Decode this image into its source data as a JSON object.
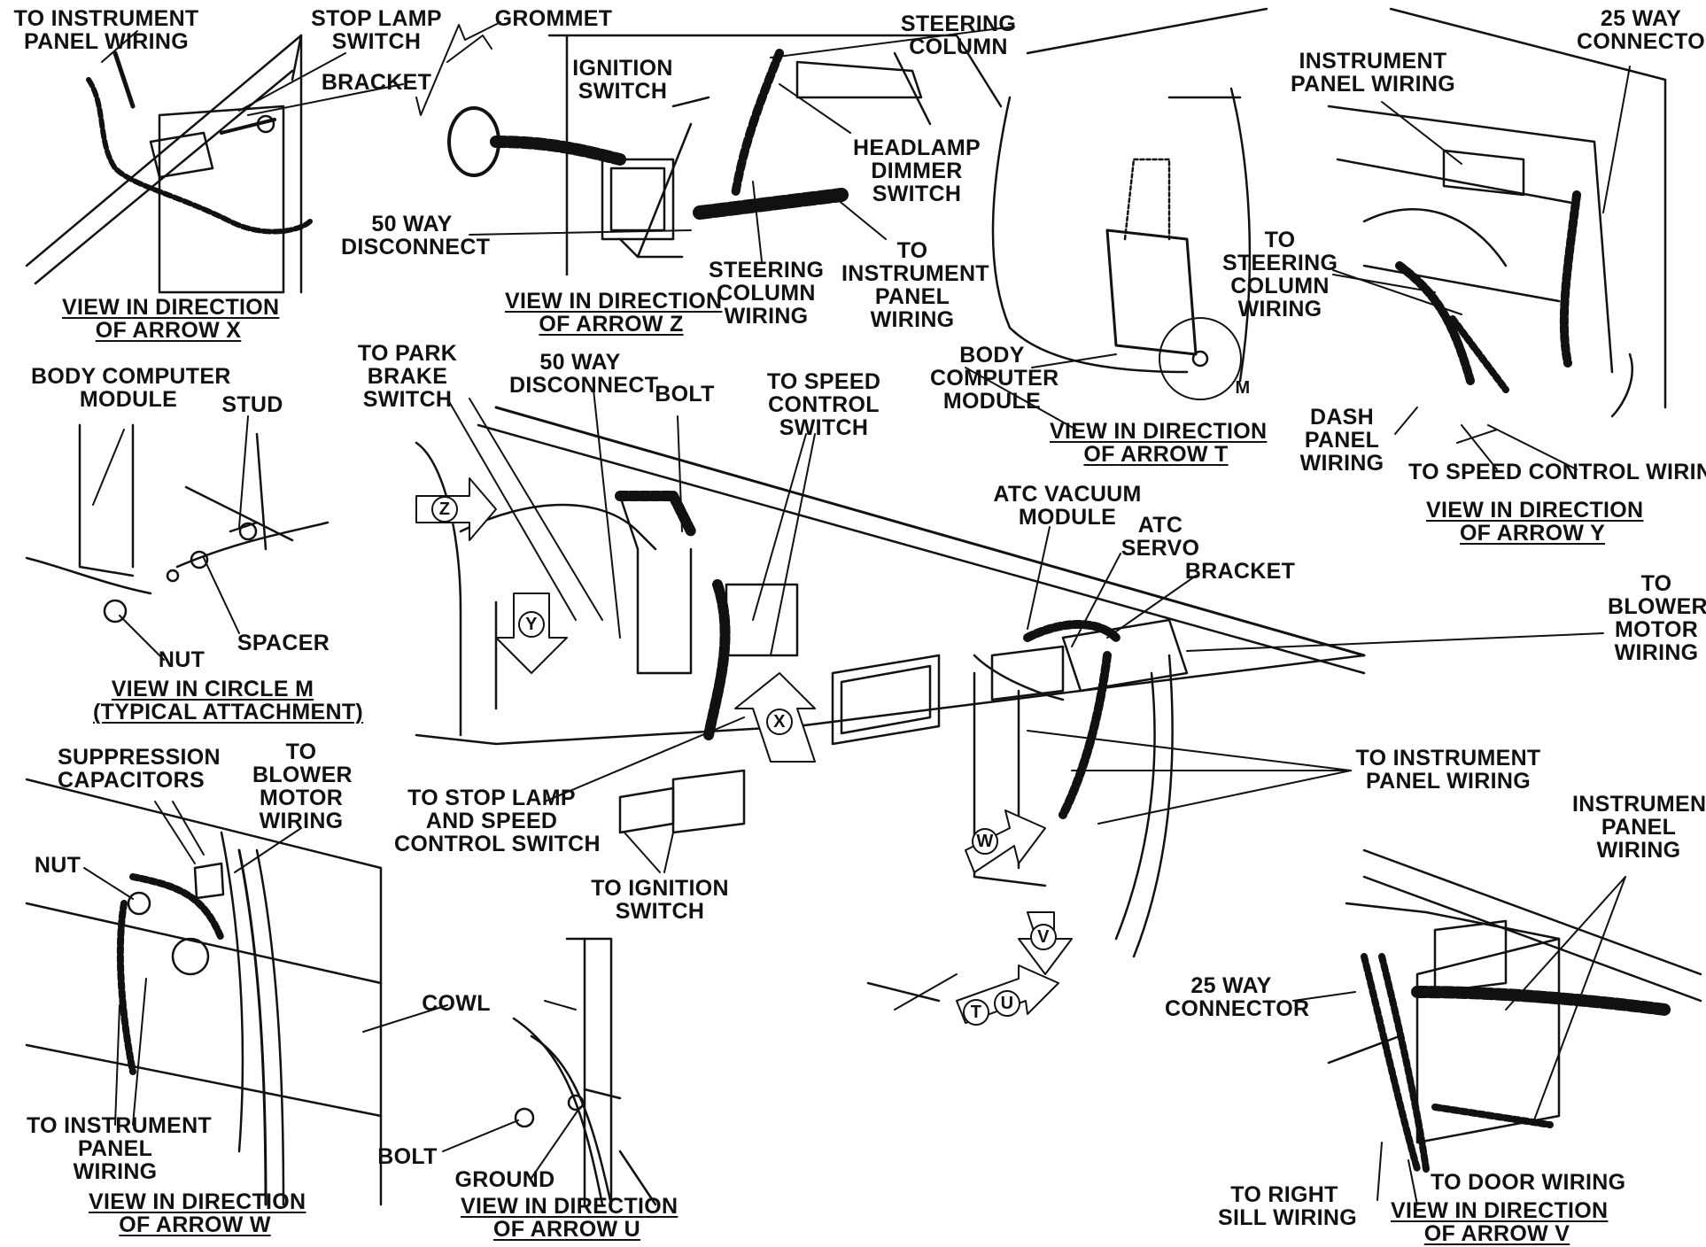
{
  "labels": {
    "to_ip_wiring_x": [
      "TO INSTRUMENT",
      "PANEL WIRING"
    ],
    "stop_lamp_switch": [
      "STOP LAMP",
      "SWITCH"
    ],
    "bracket_x": [
      "BRACKET"
    ],
    "view_x": [
      "VIEW IN DIRECTION",
      "OF ARROW X"
    ],
    "grommet": [
      "GROMMET"
    ],
    "ignition_switch": [
      "IGNITION",
      "SWITCH"
    ],
    "steering_column": [
      "STEERING",
      "COLUMN"
    ],
    "headlamp_dimmer": [
      "HEADLAMP",
      "DIMMER",
      "SWITCH"
    ],
    "disconnect_50_z": [
      "50 WAY",
      "DISCONNECT"
    ],
    "steering_column_wiring_z": [
      "STEERING",
      "COLUMN",
      "WIRING"
    ],
    "to_ip_wiring_z": [
      "TO",
      "INSTRUMENT",
      "PANEL",
      "WIRING"
    ],
    "view_z": [
      "VIEW IN DIRECTION",
      "OF ARROW Z"
    ],
    "bcm_t": [
      "BODY",
      "COMPUTER",
      "MODULE"
    ],
    "circle_m": "M",
    "view_t": [
      "VIEW IN DIRECTION",
      "OF ARROW T"
    ],
    "connector_25_y": [
      "25 WAY",
      "CONNECTOR"
    ],
    "ip_wiring_y": [
      "INSTRUMENT",
      "PANEL WIRING"
    ],
    "to_steering_column_wiring_y": [
      "TO",
      "STEERING",
      "COLUMN",
      "WIRING"
    ],
    "dash_panel_wiring": [
      "DASH",
      "PANEL",
      "WIRING"
    ],
    "to_speed_control_wiring": [
      "TO SPEED CONTROL WIRING"
    ],
    "view_y": [
      "VIEW IN DIRECTION",
      "OF ARROW Y"
    ],
    "bcm_m": [
      "BODY COMPUTER",
      "MODULE"
    ],
    "stud": [
      "STUD"
    ],
    "nut_m": [
      "NUT"
    ],
    "spacer": [
      "SPACER"
    ],
    "view_m": [
      "VIEW IN CIRCLE M",
      "(TYPICAL ATTACHMENT)"
    ],
    "to_park_brake": [
      "TO PARK",
      "BRAKE",
      "SWITCH"
    ],
    "disconnect_50_main": [
      "50 WAY",
      "DISCONNECT"
    ],
    "bolt_main": [
      "BOLT"
    ],
    "to_speed_control_switch": [
      "TO SPEED",
      "CONTROL",
      "SWITCH"
    ],
    "atc_vacuum_module": [
      "ATC VACUUM",
      "MODULE"
    ],
    "atc_servo": [
      "ATC",
      "SERVO"
    ],
    "bracket_main": [
      "BRACKET"
    ],
    "to_blower_main": [
      "TO",
      "BLOWER",
      "MOTOR",
      "WIRING"
    ],
    "to_ip_wiring_main": [
      "TO INSTRUMENT",
      "PANEL WIRING"
    ],
    "to_stop_lamp_speed": [
      "TO STOP LAMP",
      "AND SPEED",
      "CONTROL SWITCH"
    ],
    "to_ignition_switch": [
      "TO IGNITION",
      "SWITCH"
    ],
    "suppression_capacitors": [
      "SUPPRESSION",
      "CAPACITORS"
    ],
    "to_blower_w": [
      "TO",
      "BLOWER",
      "MOTOR",
      "WIRING"
    ],
    "nut_w": [
      "NUT"
    ],
    "cowl": [
      "COWL"
    ],
    "to_ip_wiring_w": [
      "TO INSTRUMENT",
      "PANEL",
      "WIRING"
    ],
    "view_w": [
      "VIEW IN DIRECTION",
      "OF ARROW W"
    ],
    "bolt_u": [
      "BOLT"
    ],
    "ground": [
      "GROUND"
    ],
    "view_u": [
      "VIEW IN DIRECTION",
      "OF ARROW U"
    ],
    "connector_25_v": [
      "25 WAY",
      "CONNECTOR"
    ],
    "ip_wiring_v": [
      "INSTRUMENT",
      "PANEL",
      "WIRING"
    ],
    "to_right_sill": [
      "TO RIGHT",
      "SILL WIRING"
    ],
    "to_door_wiring": [
      "TO DOOR WIRING"
    ],
    "view_v": [
      "VIEW IN DIRECTION",
      "OF ARROW V"
    ]
  },
  "arrow_markers": [
    "Z",
    "Y",
    "X",
    "W",
    "V",
    "T",
    "U"
  ]
}
